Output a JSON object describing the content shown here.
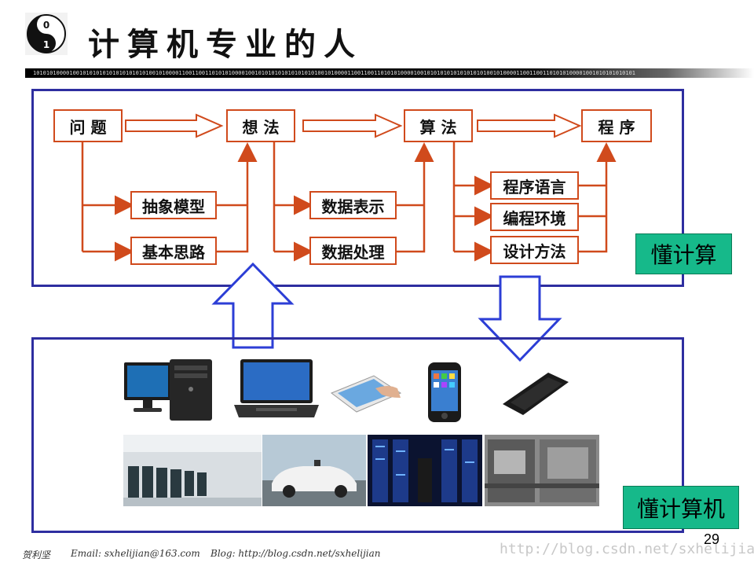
{
  "header": {
    "logo_top": "0",
    "logo_bottom": "1",
    "title": "计算机专业的人",
    "binary_strip": "10101010000100101010101010101010101001010000110011001101010100001001010101010101010101001010000110011001101010100001001010101010101010101001010000110011001101010100001001010101010101"
  },
  "flow": {
    "main": [
      "问 题",
      "想 法",
      "算 法",
      "程 序"
    ],
    "sub_a": [
      "抽象模型",
      "基本思路"
    ],
    "sub_b": [
      "数据表示",
      "数据处理"
    ],
    "sub_c": [
      "程序语言",
      "编程环境",
      "设计方法"
    ]
  },
  "tags": {
    "compute": "懂计算",
    "computer": "懂计算机"
  },
  "devices": [
    "desktop-computer",
    "laptop",
    "tablet",
    "smartphone",
    "mobile-phone"
  ],
  "photos": [
    "supercomputer-room",
    "self-driving-car",
    "server-racks",
    "factory-machinery"
  ],
  "colors": {
    "frame": "#2e2ea0",
    "flow_line": "#d04a1c",
    "tag_bg": "#16b98a",
    "arrow_outline": "#2c3ed6"
  },
  "footer": {
    "author": "贺利坚",
    "email": "Email:  sxhelijian@163.com",
    "blog": "Blog: http://blog.csdn.net/sxhelijian",
    "watermark": "http://blog.csdn.net/sxhelijian",
    "page": "29"
  }
}
